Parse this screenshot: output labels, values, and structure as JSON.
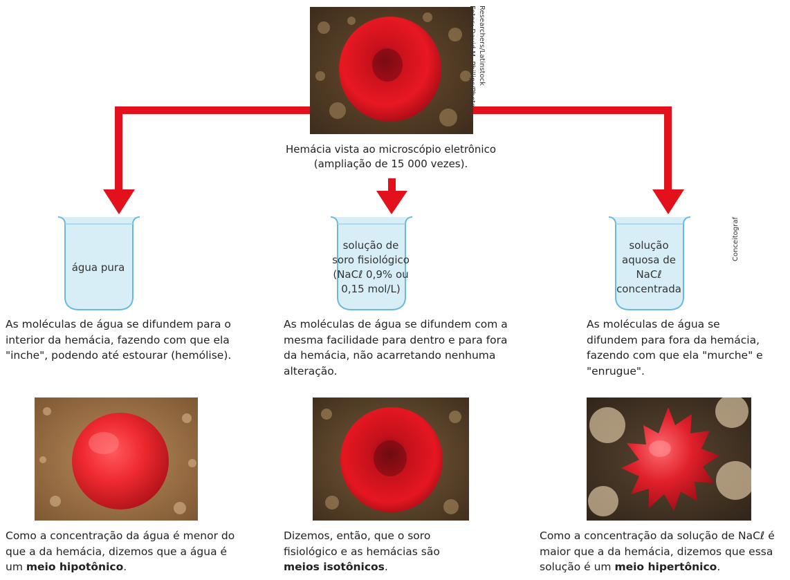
{
  "photo_credit": [
    "Fotos: David M. Phillips/Photo",
    "Researchers/Latinstock"
  ],
  "top_caption": [
    "Hemácia vista ao microscópio eletrônico",
    "(ampliação de 15 000 vezes)."
  ],
  "side_credit": "Conceitograf",
  "arrow_color": "#e3111b",
  "beakers": [
    {
      "label": "água pura"
    },
    {
      "label": "solução de soro fisiológico (NaCℓ 0,9% ou 0,15 mol/L)"
    },
    {
      "label": "solução aquosa de NaCℓ concentrada"
    }
  ],
  "columns": [
    {
      "effect": "As moléculas de água se difundem para o interior da hemácia, fazendo com que ela \"inche\", podendo até estourar (hemólise).",
      "conclusion_prefix": "Como a concentração da água é menor do que a da hemácia, dizemos que a água é um",
      "conclusion_term": "meio hipotônico",
      "conclusion_suffix": "."
    },
    {
      "effect": "As moléculas de água se difundem com a mesma facilidade para dentro e para fora da hemácia, não acarretando nenhuma alteração.",
      "conclusion_prefix": "Dizemos, então, que o soro fisiológico e as hemácias são",
      "conclusion_term": "meios isotônicos",
      "conclusion_suffix": "."
    },
    {
      "effect": "As moléculas de água se difundem para fora da hemácia, fazendo com que ela \"murche\" e \"enrugue\".",
      "conclusion_prefix": "Como a concentração da solução de NaCℓ é maior que a da hemácia, dizemos que essa solução é um",
      "conclusion_term": "meio hipertônico",
      "conclusion_suffix": "."
    }
  ]
}
